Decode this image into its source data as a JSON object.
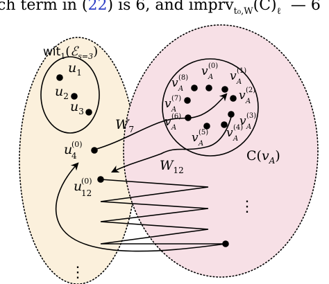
{
  "fragment": {
    "prefix": "ch term in (",
    "ref": "22",
    "middle": ") is 6, and imprv",
    "sub": "t₀,W",
    "suffix": "(C)",
    "tail_sub": "ℓ",
    "tail": "— 6"
  },
  "colors": {
    "left_fill": "#fbf0dc",
    "right_fill": "#f7e0e6",
    "ref_link": "#2d3ec5",
    "ink": "#000000"
  },
  "labels": {
    "wit": {
      "name": "wit",
      "sub": "1",
      "open": "(",
      "script": "ℰ",
      "script_sub": "s=3",
      "close": ")"
    },
    "u1": {
      "base": "u",
      "sub": "1"
    },
    "u2": {
      "base": "u",
      "sub": "2"
    },
    "u3": {
      "base": "u",
      "sub": "3"
    },
    "u4": {
      "base": "u",
      "sup": "(0)",
      "sub": "4"
    },
    "u12": {
      "base": "u",
      "sup": "(0)",
      "sub": "12"
    },
    "W7": {
      "base": "W",
      "sub": "7"
    },
    "W12": {
      "base": "W",
      "sub": "12"
    },
    "CvA": {
      "pre": "C(",
      "base": "v",
      "sub": "A",
      "post": ")"
    },
    "vA": [
      {
        "id": "v0",
        "base": "v",
        "sup": "(0)",
        "sub": "A"
      },
      {
        "id": "v1",
        "base": "v",
        "sup": "(1)",
        "sub": "A"
      },
      {
        "id": "v2",
        "base": "v",
        "sup": "(2)",
        "sub": "A"
      },
      {
        "id": "v3",
        "base": "v",
        "sup": "(3)",
        "sub": "A"
      },
      {
        "id": "v4",
        "base": "v",
        "sup": "(4)",
        "sub": "A"
      },
      {
        "id": "v5",
        "base": "v",
        "sup": "(5)",
        "sub": "A"
      },
      {
        "id": "v6",
        "base": "v",
        "sup": "(6)",
        "sub": "A"
      },
      {
        "id": "v7",
        "base": "v",
        "sup": "(7)",
        "sub": "A"
      },
      {
        "id": "v8",
        "base": "v",
        "sup": "(8)",
        "sub": "A"
      }
    ],
    "ellipsis": "⋮"
  }
}
